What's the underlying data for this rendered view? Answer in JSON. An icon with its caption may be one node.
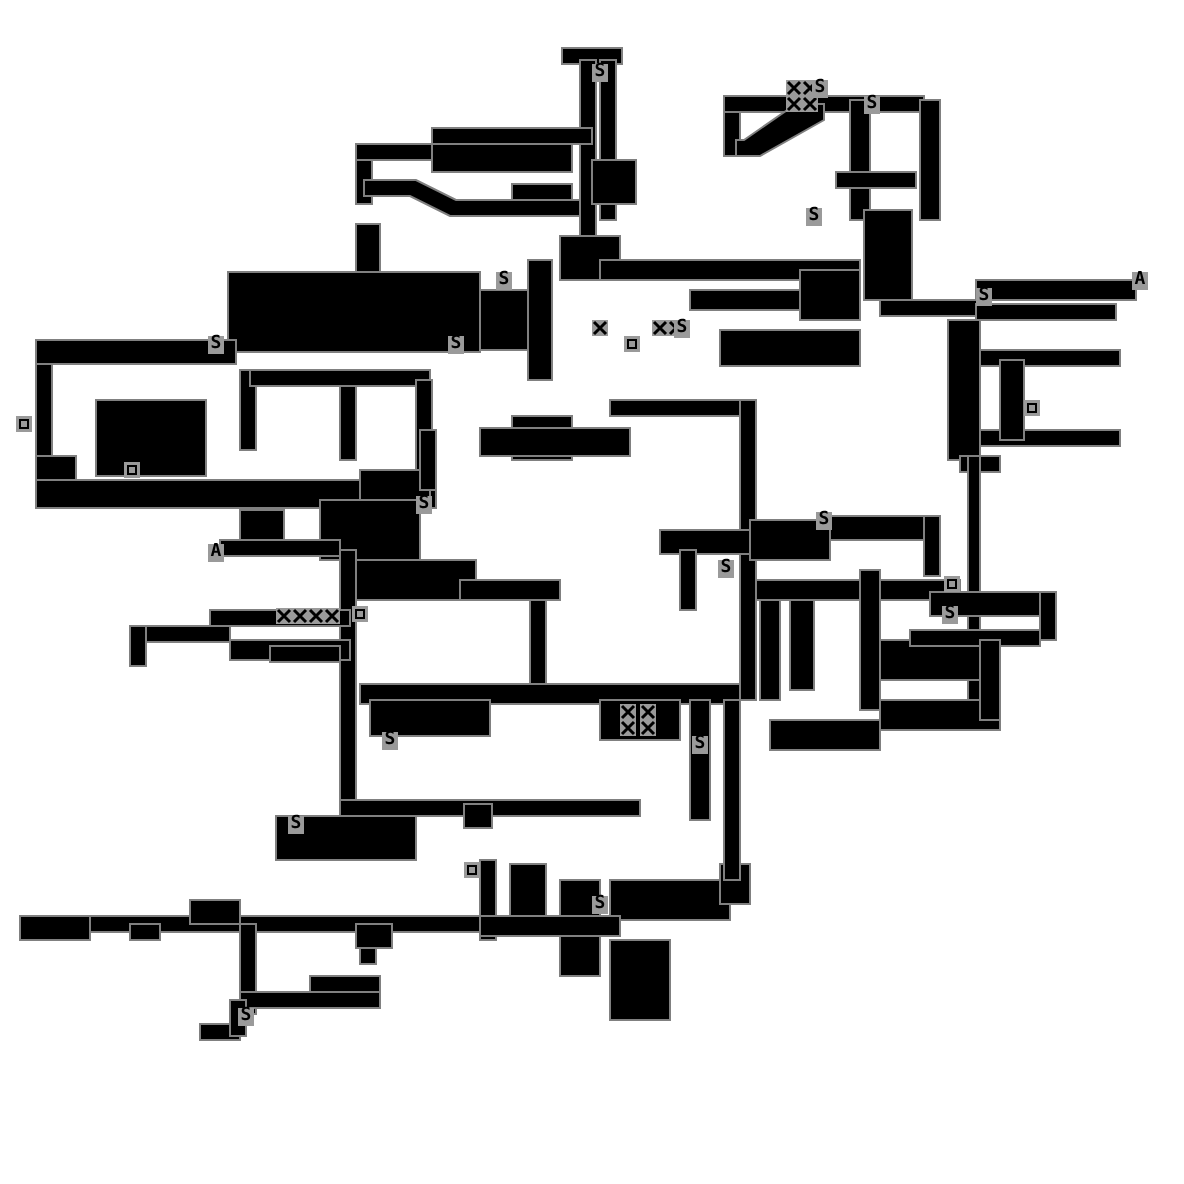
{
  "diagram": {
    "labels": [
      "S",
      "S",
      "S",
      "S",
      "S",
      "A",
      "S",
      "S",
      "S",
      "S",
      "S",
      "S",
      "A",
      "S",
      "S",
      "S",
      "S",
      "S",
      "S",
      "S"
    ]
  }
}
